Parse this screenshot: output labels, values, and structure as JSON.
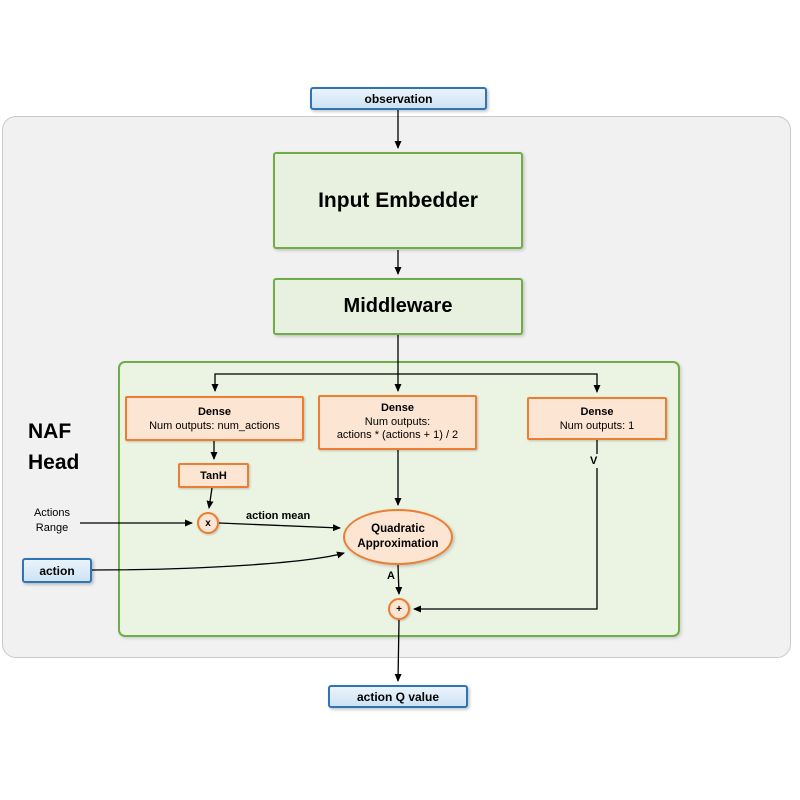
{
  "diagram": {
    "observation": {
      "label": "observation"
    },
    "input_embedder": {
      "label": "Input Embedder"
    },
    "middleware": {
      "label": "Middleware"
    },
    "naf_head": {
      "line1": "NAF",
      "line2": "Head"
    },
    "dense_actions": {
      "title": "Dense",
      "subtitle": "Num outputs: num_actions"
    },
    "dense_quadratic": {
      "title": "Dense",
      "subtitle1": "Num outputs:",
      "subtitle2": "actions * (actions + 1) / 2"
    },
    "dense_value": {
      "title": "Dense",
      "subtitle": "Num outputs: 1"
    },
    "tanh": {
      "label": "TanH"
    },
    "multiply_node": {
      "label": "x"
    },
    "sum_node": {
      "label": "+"
    },
    "actions_range": {
      "line1": "Actions",
      "line2": "Range"
    },
    "action_mean_label": "action mean",
    "quadratic_approximation": {
      "line1": "Quadratic",
      "line2": "Approximation"
    },
    "advantage_label": "A",
    "value_label": "V",
    "action_input": {
      "label": "action"
    },
    "action_q_value": {
      "label": "action Q value"
    },
    "colors": {
      "blue_border": "#2e75b6",
      "blue_fill": "#dbe9f7",
      "green_border": "#70ad47",
      "green_fill": "#e8f1df",
      "naf_fill": "#ebf3e3",
      "orange_border": "#ed7d31",
      "orange_fill": "#fce6d3",
      "panel_fill": "#f1f1f2",
      "panel_border": "#c9c9c9",
      "arrow": "#000000"
    }
  }
}
